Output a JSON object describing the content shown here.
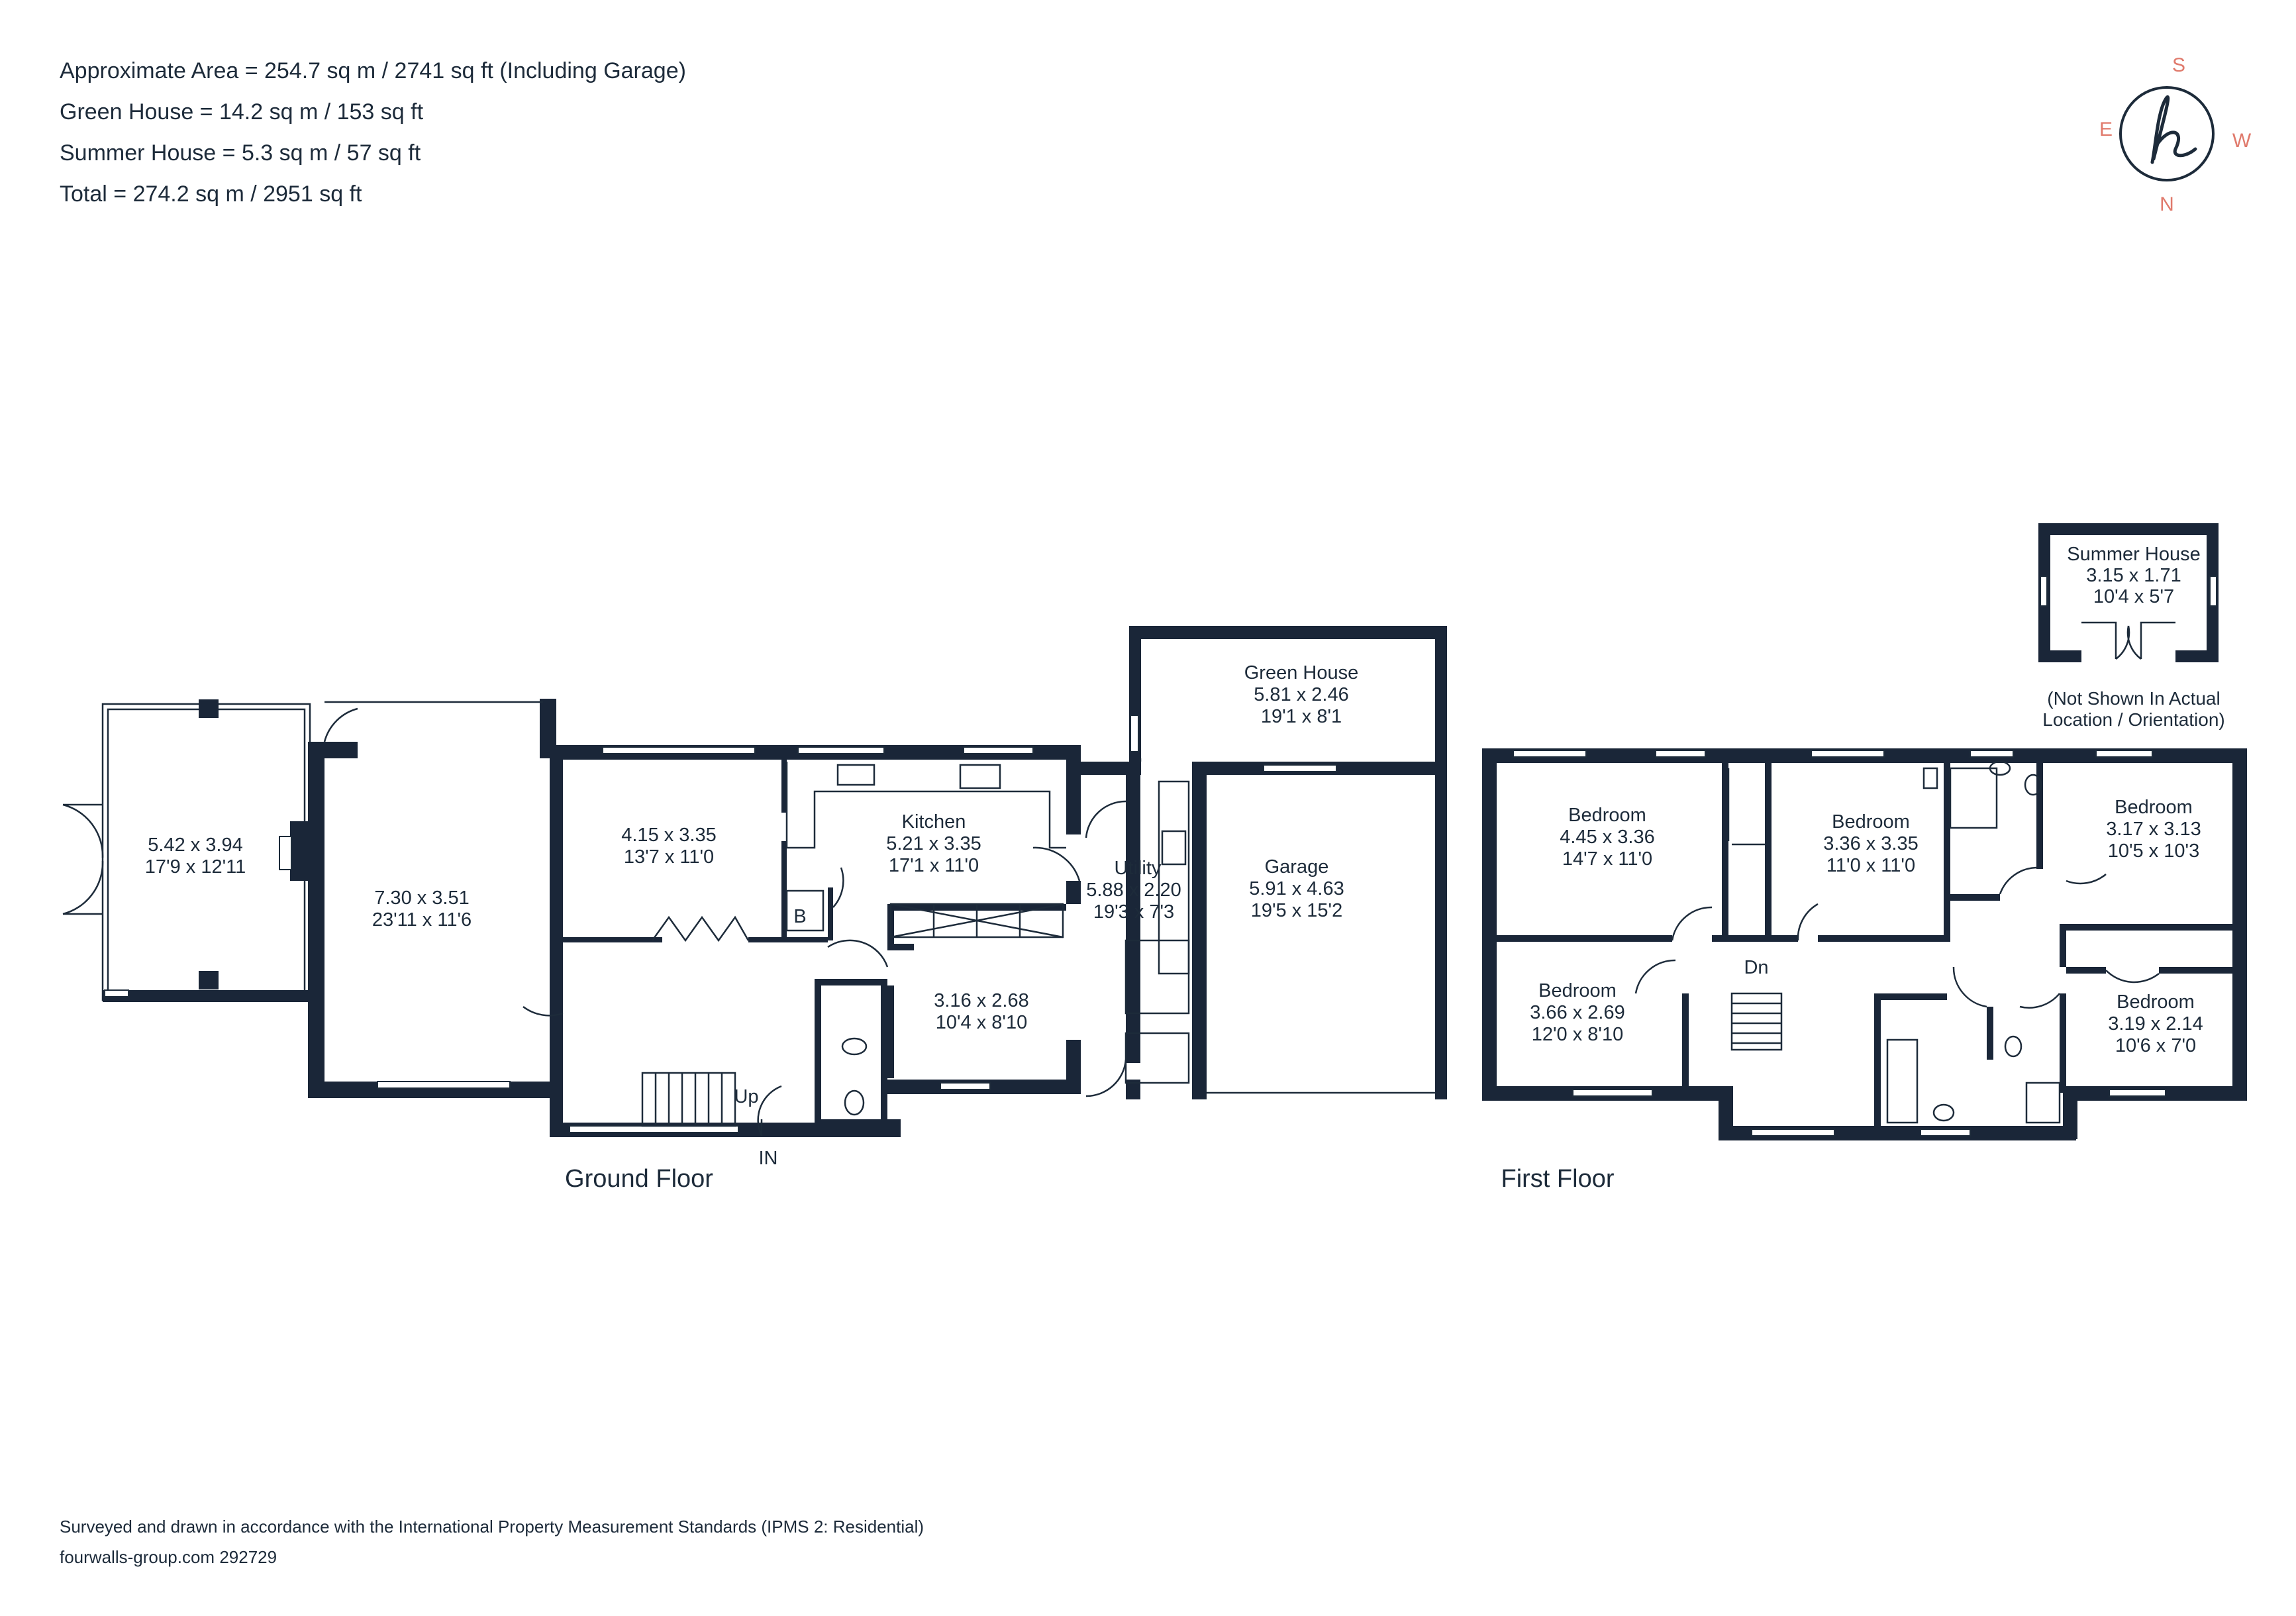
{
  "areas": [
    "Approximate Area = 254.7 sq m / 2741 sq ft (Including Garage)",
    "Green House = 14.2 sq m / 153 sq ft",
    "Summer House = 5.3 sq m / 57 sq ft",
    "Total = 274.2 sq m / 2951 sq ft"
  ],
  "compass": {
    "top": "S",
    "left": "E",
    "right": "W",
    "bottom": "N",
    "logo": "h",
    "accent_color": "#e07a6c"
  },
  "colors": {
    "wall": "#1a2638",
    "text": "#1d2b3a"
  },
  "ground_floor": {
    "label": "Ground Floor",
    "entrance": "IN",
    "stairs": "Up",
    "rooms": {
      "conservatory": {
        "name": "",
        "metric": "5.42 x 3.94",
        "imperial": "17'9 x 12'11"
      },
      "living": {
        "name": "",
        "metric": "7.30 x 3.51",
        "imperial": "23'11 x 11'6"
      },
      "dining": {
        "name": "",
        "metric": "4.15 x 3.35",
        "imperial": "13'7 x 11'0"
      },
      "kitchen": {
        "name": "Kitchen",
        "metric": "5.21 x 3.35",
        "imperial": "17'1 x 11'0"
      },
      "cupboard": {
        "name": "B"
      },
      "study": {
        "name": "",
        "metric": "3.16 x 2.68",
        "imperial": "10'4 x 8'10"
      },
      "utility": {
        "name": "Utility",
        "metric": "5.88 x 2.20",
        "imperial": "19'3 x 7'3"
      },
      "green_house": {
        "name": "Green House",
        "metric": "5.81 x 2.46",
        "imperial": "19'1 x 8'1"
      },
      "garage": {
        "name": "Garage",
        "metric": "5.91 x 4.63",
        "imperial": "19'5 x 15'2"
      }
    }
  },
  "first_floor": {
    "label": "First Floor",
    "stairs": "Dn",
    "rooms": {
      "bedroom1": {
        "name": "Bedroom",
        "metric": "4.45 x 3.36",
        "imperial": "14'7 x 11'0"
      },
      "bedroom2": {
        "name": "Bedroom",
        "metric": "3.36 x 3.35",
        "imperial": "11'0 x 11'0"
      },
      "bedroom3": {
        "name": "Bedroom",
        "metric": "3.17 x 3.13",
        "imperial": "10'5 x 10'3"
      },
      "bedroom4": {
        "name": "Bedroom",
        "metric": "3.66 x 2.69",
        "imperial": "12'0 x 8'10"
      },
      "bedroom5": {
        "name": "Bedroom",
        "metric": "3.19 x 2.14",
        "imperial": "10'6 x 7'0"
      }
    }
  },
  "summer_house": {
    "name": "Summer House",
    "metric": "3.15 x 1.71",
    "imperial": "10'4 x 5'7",
    "note_line1": "(Not Shown In Actual",
    "note_line2": "Location / Orientation)"
  },
  "footer": {
    "line1": "Surveyed and drawn in accordance with the International Property Measurement Standards (IPMS 2: Residential)",
    "line2": "fourwalls-group.com 292729"
  }
}
